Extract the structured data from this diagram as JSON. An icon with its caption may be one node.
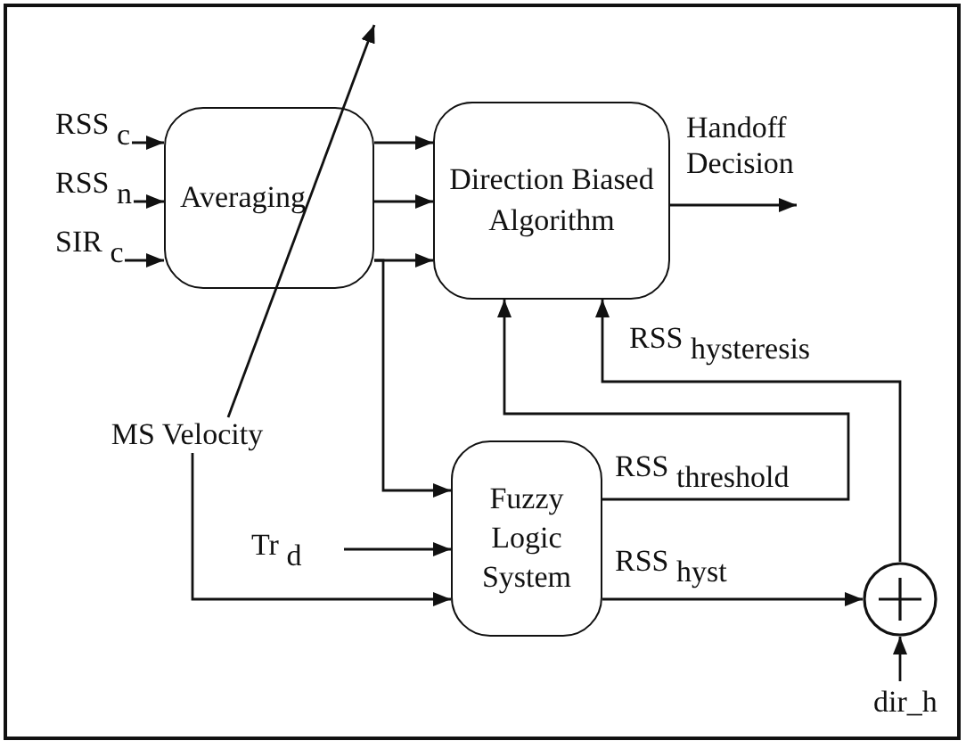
{
  "diagram": {
    "nodes": [
      {
        "text": [
          "Averaging"
        ]
      },
      {
        "text": [
          "Direction Biased Algorithm"
        ]
      },
      {
        "text": [
          "Fuzzy Logic System"
        ]
      },
      {
        "text": [],
        "shape": "circle"
      },
      {
        "text": [
          "MS Velocity"
        ]
      }
    ],
    "edges": [
      {
        "from": null,
        "to": 0,
        "arrow": "to",
        "label": "RSS $_{c}$"
      },
      {
        "from": null,
        "to": 0,
        "arrow": "to",
        "label": "RSS $_{n}$"
      },
      {
        "from": null,
        "to": 0,
        "arrow": "to",
        "label": "SIR $_{c}$"
      },
      {
        "from": 0,
        "to": 1,
        "arrow": "to"
      },
      {
        "from": 0,
        "to": 1,
        "arrow": "to"
      },
      {
        "from": 0,
        "to": 1,
        "arrow": "to"
      },
      {
        "from": 0,
        "to": 2,
        "arrow": "to"
      },
      {
        "from": 4,
        "to": null,
        "arrow": "to"
      },
      {
        "from": 4,
        "to": 2,
        "arrow": "to"
      },
      {
        "from": null,
        "to": 2,
        "arrow": "to",
        "label": "Tr $_{d}$"
      },
      {
        "from": 2,
        "to": 1,
        "arrow": "to",
        "label": "RSS $_{threshold}$"
      },
      {
        "from": 2,
        "to": 3,
        "arrow": "to",
        "label": "RSS $_{hyst}$"
      },
      {
        "from": 3,
        "to": 1,
        "arrow": "to",
        "label": "RSS $_{hysteresis}$"
      },
      {
        "from": null,
        "to": 3,
        "arrow": "to",
        "label": "dir_h"
      },
      {
        "from": 1,
        "to": null,
        "arrow": "to",
        "label": "Handoff Decision"
      }
    ]
  }
}
